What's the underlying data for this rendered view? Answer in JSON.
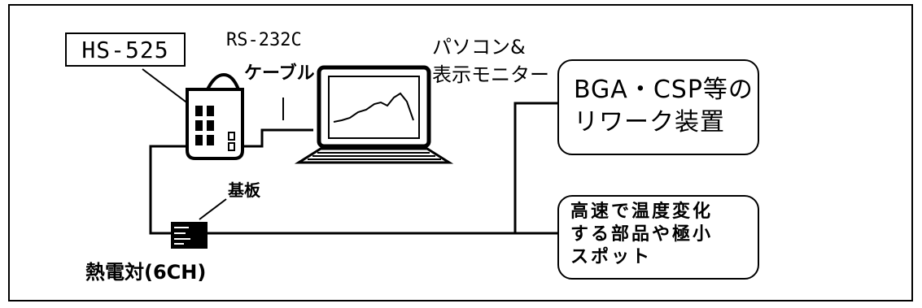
{
  "model": "HS-525",
  "cable": {
    "line1": "RS-232C",
    "line2": "ケーブル"
  },
  "pc": {
    "line1": "パソコン&",
    "line2": "表示モニター"
  },
  "rework": {
    "line1": "BGA・CSP等の",
    "line2": "リワーク装置"
  },
  "board": "基板",
  "thermocouple": "熱電対(6CH)",
  "target": {
    "line1": "高速で温度変化",
    "line2": "する部品や極小",
    "line3": "スポット"
  }
}
